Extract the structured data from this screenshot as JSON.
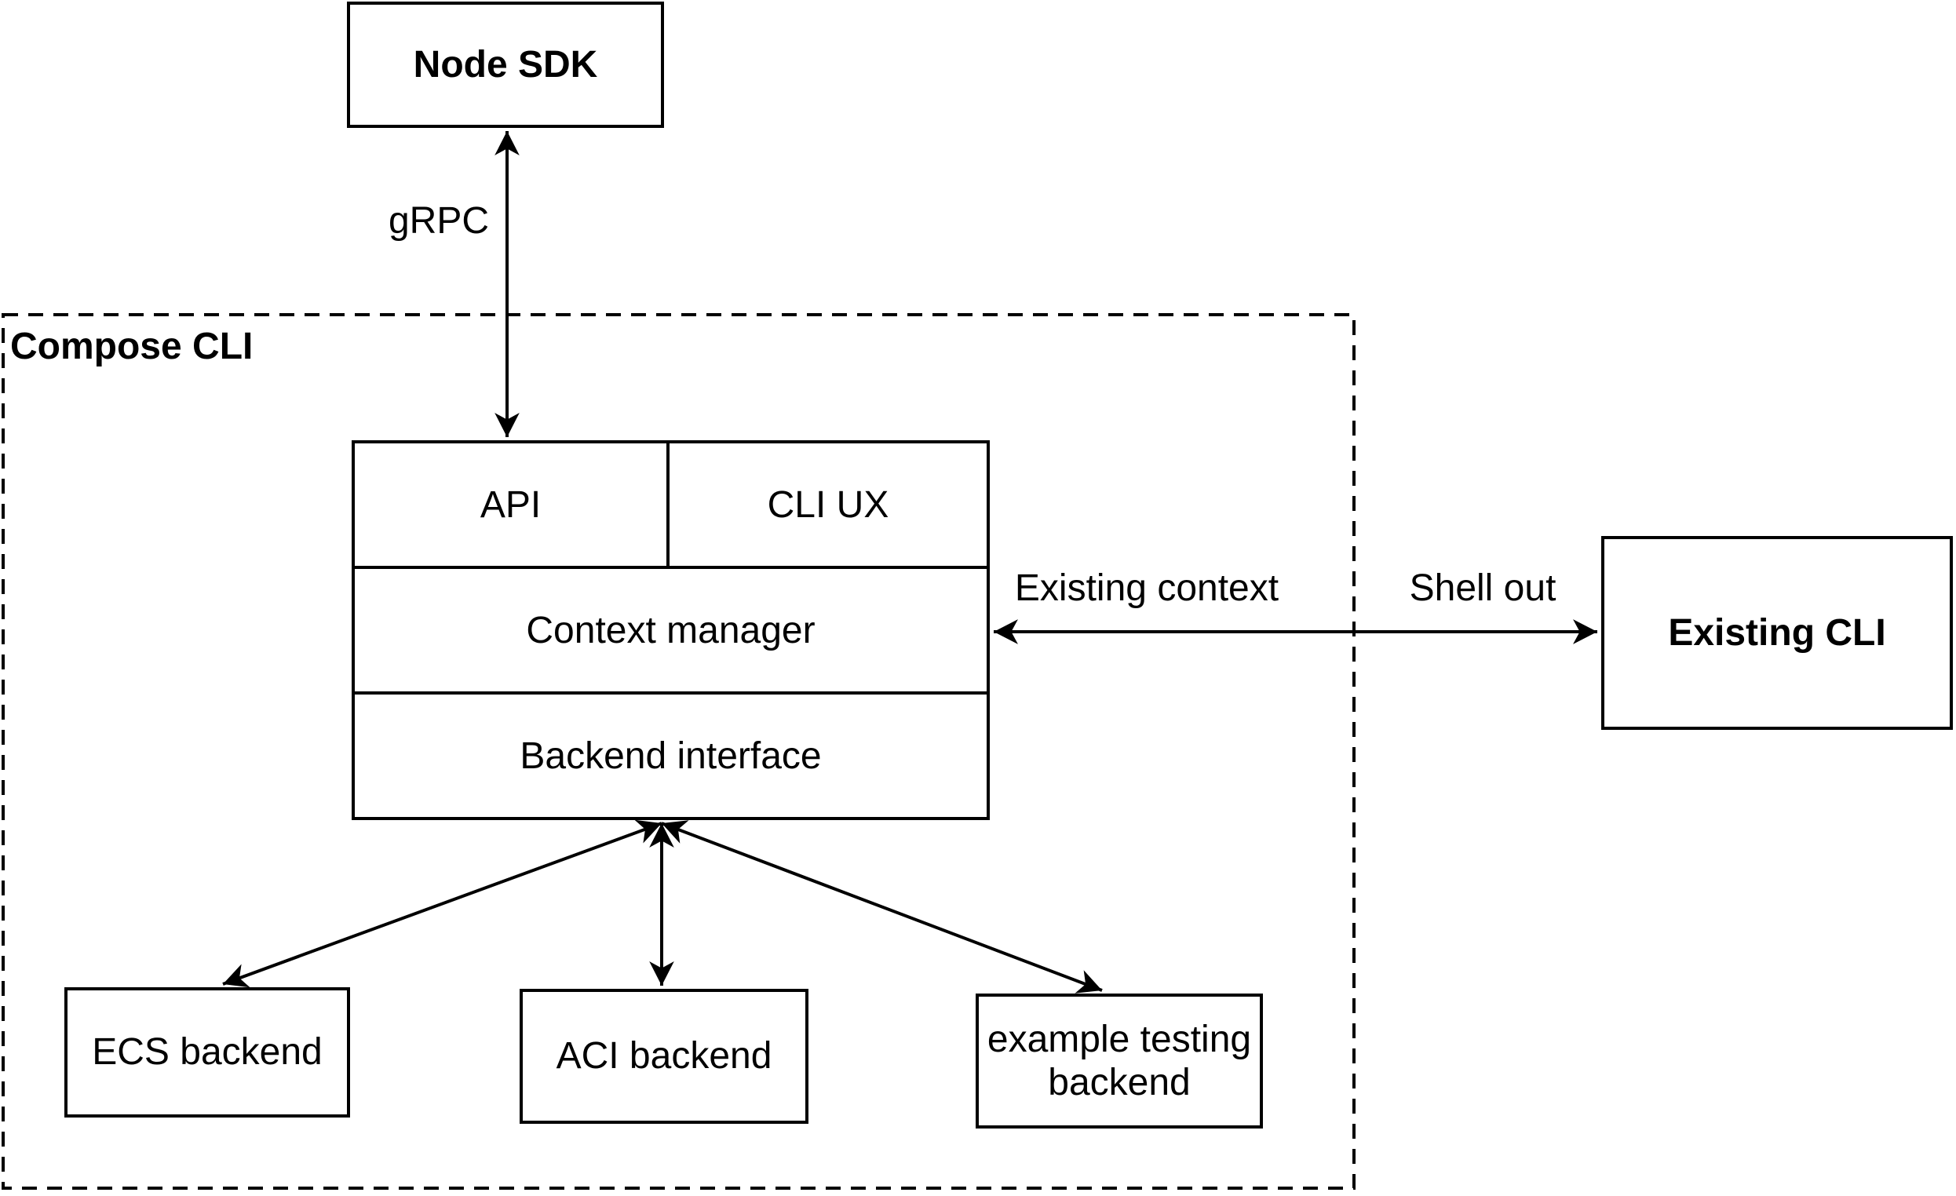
{
  "diagram": {
    "background_color": "#ffffff",
    "stroke_color": "#000000",
    "groups": {
      "compose_cli": {
        "label": "Compose CLI"
      }
    },
    "nodes": {
      "node_sdk": {
        "label": "Node SDK"
      },
      "api": {
        "label": "API"
      },
      "cli_ux": {
        "label": "CLI UX"
      },
      "context_manager": {
        "label": "Context manager"
      },
      "backend_interface": {
        "label": "Backend interface"
      },
      "ecs_backend": {
        "label": "ECS backend"
      },
      "aci_backend": {
        "label": "ACI backend"
      },
      "example_testing_backend": {
        "label": "example testing backend"
      },
      "existing_cli": {
        "label": "Existing CLI"
      }
    },
    "edges": {
      "grpc": {
        "label": "gRPC"
      },
      "existing_context": {
        "label": "Existing context"
      },
      "shell_out": {
        "label": "Shell out"
      }
    }
  }
}
